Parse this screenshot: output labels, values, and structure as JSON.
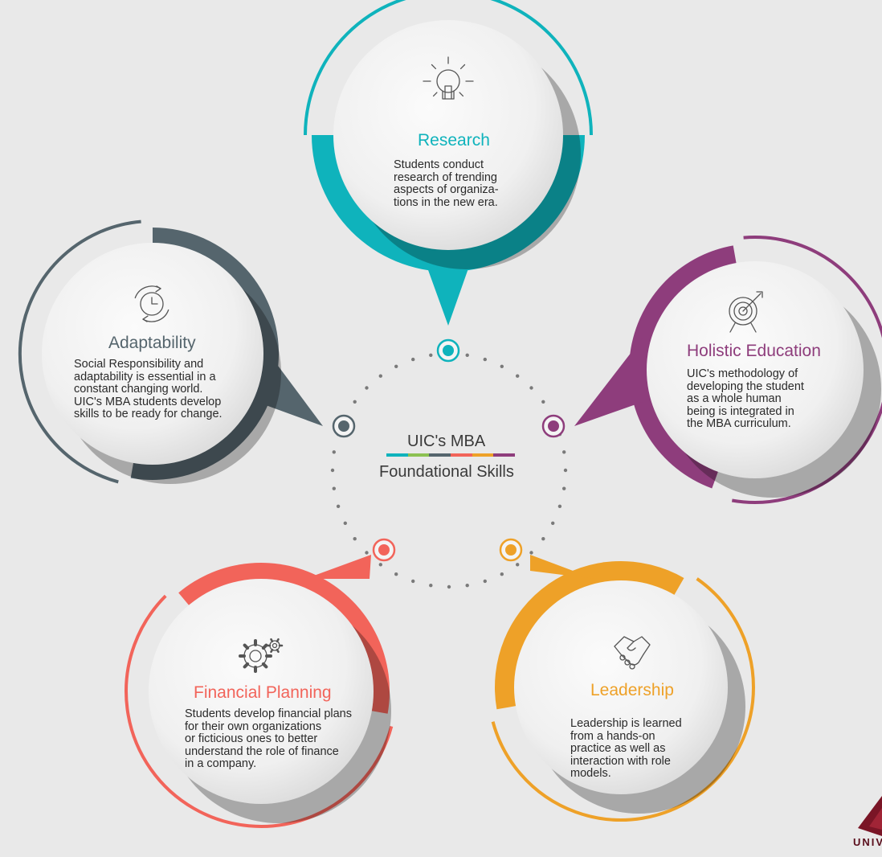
{
  "colors": {
    "research": "#0fb3bc",
    "holistic": "#8e3d7c",
    "leadership": "#eea128",
    "financial": "#f2645a",
    "adaptability": "#55656d",
    "background": "#e9e9e9",
    "text": "#2a2a2a",
    "logo": "#7a1526"
  },
  "center": {
    "title": "UIC's MBA",
    "subtitle": "Foundational Skills"
  },
  "nodes": [
    {
      "key": "research",
      "title": "Research",
      "icon": "lightbulb-icon",
      "lines": [
        "Students conduct",
        "research of trending",
        "aspects of organiza-",
        "tions in the new era."
      ]
    },
    {
      "key": "holistic",
      "title": "Holistic Education",
      "icon": "target-icon",
      "lines": [
        "UIC's methodology of",
        "developing the student",
        "as a whole human",
        "being is integrated in",
        "the MBA curriculum."
      ]
    },
    {
      "key": "leadership",
      "title": "Leadership",
      "icon": "handshake-icon",
      "lines": [
        "Leadership is learned",
        "from a hands-on",
        "practice as well as",
        "interaction with role",
        "models."
      ]
    },
    {
      "key": "financial",
      "title": "Financial Planning",
      "icon": "gears-icon",
      "lines": [
        "Students develop financial plans",
        "for their own organizations",
        "or ficticious ones to better",
        "understand the role of finance",
        "in a company."
      ]
    },
    {
      "key": "adaptability",
      "title": "Adaptability",
      "icon": "cycle-clock-icon",
      "lines": [
        "Social Responsibility and",
        "adaptability is essential in a",
        "constant changing world.",
        "UIC's MBA students develop",
        "skills to be ready for change."
      ]
    }
  ],
  "logo": {
    "text": "UNIV"
  }
}
